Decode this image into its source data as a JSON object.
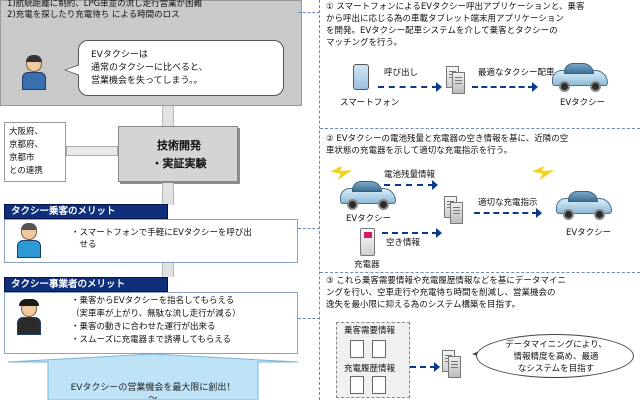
{
  "problems": {
    "line1": "1)航続距離に制約、LPG車並の流し走行営業が困難",
    "line2": "2)充電を探したり充電待ち による時間のロス"
  },
  "driver_quote": [
    "EVタクシーは",
    "通常のタクシーに比べると、",
    "営業機会を失ってしまう。。"
  ],
  "cities": [
    "大阪府、",
    "京都府、",
    "京都市",
    "との連携"
  ],
  "tech": {
    "line1": "技術開発",
    "line2": "・実証実験"
  },
  "passenger": {
    "header": "タクシー乗客のメリット",
    "items": [
      "・スマートフォンで手軽にEVタクシーを呼び出",
      "　せる"
    ]
  },
  "operator": {
    "header": "タクシー事業者のメリット",
    "items": [
      "・乗客からEVタクシーを指名してもらえる",
      "（実車率が上がり、無駄な流し走行が減る）",
      "・乗客の動きに合わせた運行が出来る",
      "・スムーズに充電器まで誘導してもらえる"
    ]
  },
  "bottom": {
    "line1": "EVタクシーの営業機会を最大限に創出！",
    "line2": "〜 "
  },
  "section1": {
    "text": [
      "① スマートフォンによるEVタクシー呼出アプリケーションと、乗客",
      "から呼出に応じる為の車載タブレット端末用アプリケーション",
      "を開発。EVタクシー配車システムを介して乗客とタクシーの",
      "マッチングを行う。"
    ],
    "call_label": "呼び出し",
    "dispatch_label": "最適なタクシー配車",
    "phone_label": "スマートフォン",
    "car_label": "EVタクシー"
  },
  "section2": {
    "text": [
      "② EVタクシーの電池残量と充電器の空き情報を基に、近隣の空",
      "車状態の充電器を示して適切な充電指示を行う。"
    ],
    "battery_label": "電池残量情報",
    "car_label": "EVタクシー",
    "vacancy_label": "空き情報",
    "charger_label": "充電器",
    "instruction_label": "適切な充電指示",
    "car2_label": "EVタクシー"
  },
  "section3": {
    "text": [
      "③ これら乗客需要情報や充電履歴情報などを基にデータマイニ",
      "ングを行い、空車走行や充電待ち時間を削減し、営業機会の",
      "逸失を最小限に抑える為のシステム構築を目指す。"
    ],
    "demand_label": "乗客需要情報",
    "history_label": "充電履歴情報",
    "oval": [
      "データマイニングにより、",
      "情報精度を高め、最適",
      "なシステムを目指す"
    ]
  },
  "colors": {
    "header_navy": "#0f2f7a",
    "bolt_yellow": "#f3d21a",
    "accent_blue": "#0a3a8a"
  }
}
